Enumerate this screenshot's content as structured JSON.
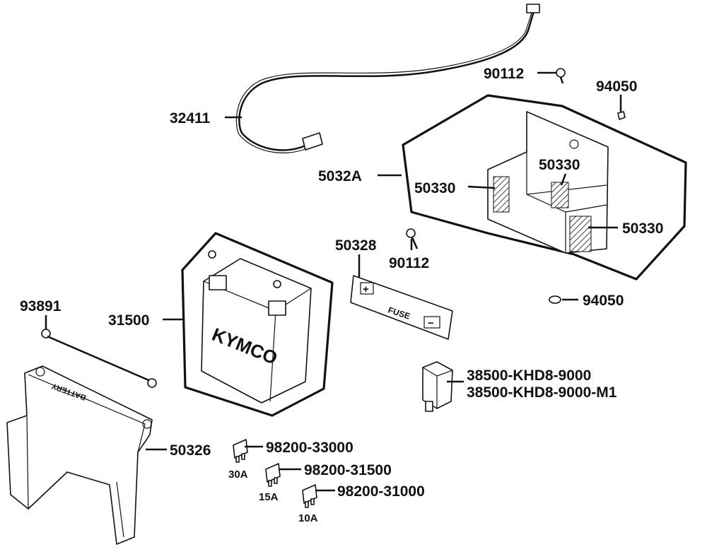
{
  "parts": {
    "cable": "32411",
    "bolt_top": "90112",
    "nut_top": "94050",
    "battery_case": "5032A",
    "pad_left": "50330",
    "pad_mid": "50330",
    "pad_right": "50330",
    "fuse_plate": "50328",
    "bolt_mid": "90112",
    "nut_bottom": "94050",
    "strap_bolt": "93891",
    "battery": "31500",
    "relay_a": "38500-KHD8-9000",
    "relay_b": "38500-KHD8-9000-M1",
    "cover": "50326",
    "fuse_30": "98200-33000",
    "fuse_15": "98200-31500",
    "fuse_10": "98200-31000"
  },
  "fuse_ratings": {
    "f30": "30A",
    "f15": "15A",
    "f10": "10A"
  },
  "markings": {
    "battery_brand": "KYMCO",
    "fuse_word": "FUSE",
    "cover_word": "BATTERY",
    "plus": "+",
    "minus": "−"
  }
}
